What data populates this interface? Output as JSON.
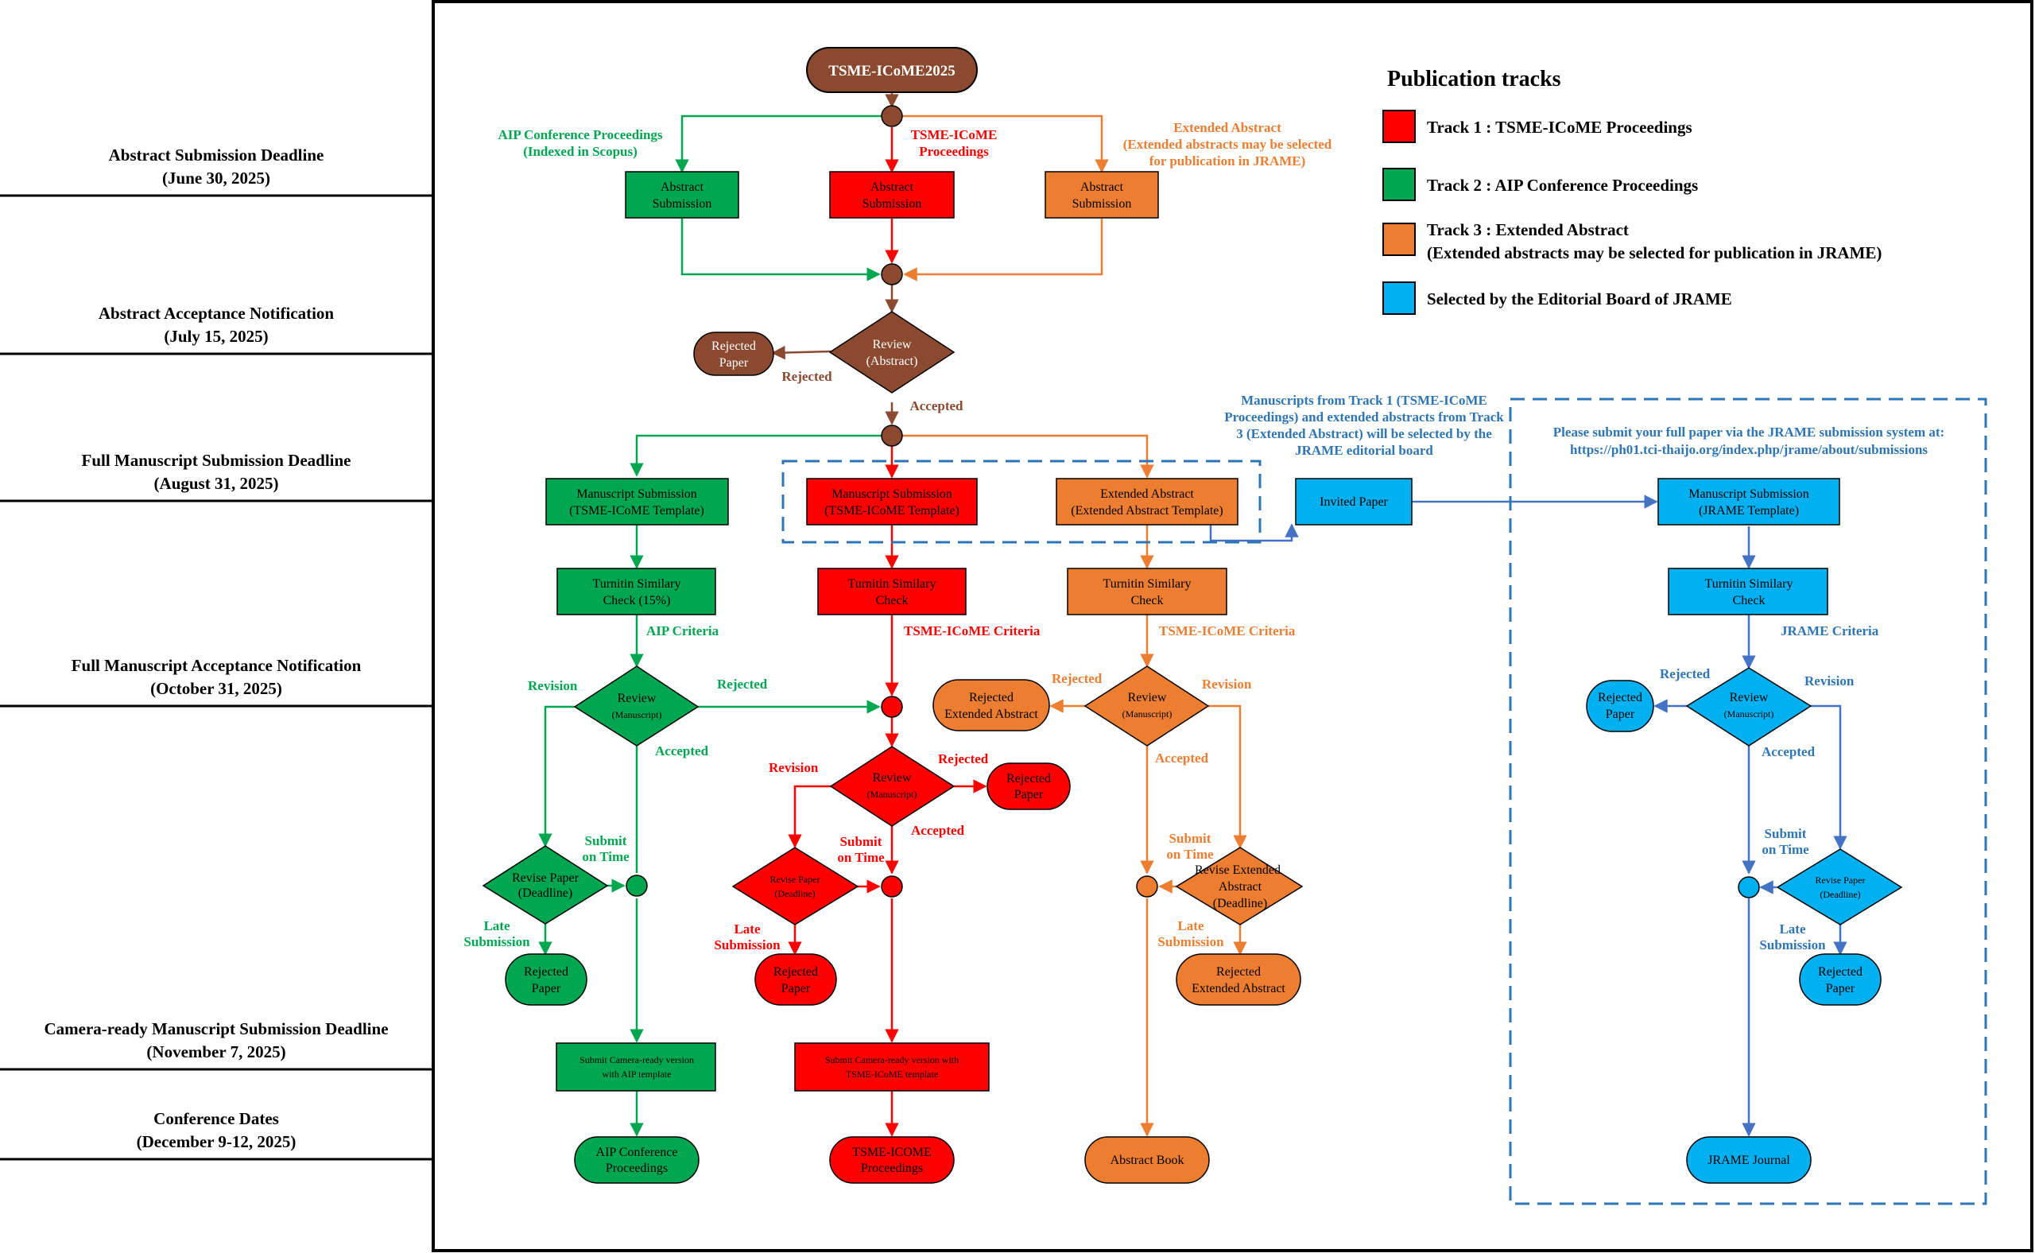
{
  "colors": {
    "brown": "#8B4A2F",
    "green": "#00A650",
    "red": "#FF0000",
    "orange": "#ED7D31",
    "blue": "#00B0F0",
    "blue_text": "#2E75B6",
    "blue_line": "#4472C4"
  },
  "milestones": [
    {
      "title": "Abstract Submission Deadline",
      "date": "(June 30, 2025)"
    },
    {
      "title": "Abstract Acceptance Notification",
      "date": "(July 15, 2025)"
    },
    {
      "title": "Full Manuscript Submission Deadline",
      "date": "(August 31, 2025)"
    },
    {
      "title": "Full Manuscript Acceptance Notification",
      "date": "(October 31, 2025)"
    },
    {
      "title": "Camera-ready Manuscript Submission Deadline",
      "date": "(November 7, 2025)"
    },
    {
      "title": "Conference Dates",
      "date": "(December 9-12, 2025)"
    }
  ],
  "legend": {
    "title": "Publication tracks",
    "items": [
      {
        "line1": "Track 1 : TSME-ICoME Proceedings",
        "line2": ""
      },
      {
        "line1": "Track 2 : AIP Conference Proceedings",
        "line2": ""
      },
      {
        "line1": "Track 3 : Extended Abstract",
        "line2": "(Extended abstracts may be selected for publication in JRAME)"
      },
      {
        "line1": "Selected by the Editorial Board of JRAME",
        "line2": ""
      }
    ]
  },
  "flow": {
    "start": "TSME-ICoME2025",
    "aip_label": [
      "AIP Conference Proceedings",
      "(Indexed in Scopus)"
    ],
    "tsme_label": [
      "TSME-ICoME",
      "Proceedings"
    ],
    "ext_label": [
      "Extended Abstract",
      "(Extended abstracts may be selected",
      "for publication in JRAME)"
    ],
    "abstract_submission": [
      "Abstract",
      "Submission"
    ],
    "review_abstract": [
      "Review",
      "(Abstract)"
    ],
    "rejected_paper": [
      "Rejected",
      "Paper"
    ],
    "rejected": "Rejected",
    "accepted": "Accepted",
    "revision": "Revision",
    "manuscript_submission_tsme": [
      "Manuscript Submission",
      "(TSME-ICoME Template)"
    ],
    "extended_abstract_box": [
      "Extended Abstract",
      "(Extended Abstract Template)"
    ],
    "turnitin_green": [
      "Turnitin Similary",
      "Check (15%)"
    ],
    "turnitin": [
      "Turnitin Similary",
      "Check"
    ],
    "aip_criteria": "AIP Criteria",
    "tsme_criteria": "TSME-ICoME Criteria",
    "jrame_criteria": "JRAME Criteria",
    "review_manuscript": [
      "Review",
      "(Manuscript)"
    ],
    "rejected_ext": [
      "Rejected",
      "Extended Abstract"
    ],
    "revise_paper": [
      "Revise Paper",
      "(Deadline)"
    ],
    "revise_ext": [
      "Revise Extended",
      "Abstract",
      "(Deadline)"
    ],
    "submit_on_time": [
      "Submit",
      "on Time"
    ],
    "late_submission": [
      "Late",
      "Submission"
    ],
    "camera_aip": [
      "Submit Camera-ready version",
      "with AIP template"
    ],
    "camera_tsme": [
      "Submit Camera-ready version with",
      "TSME-ICoME template"
    ],
    "aip_proc": [
      "AIP Conference",
      "Proceedings"
    ],
    "tsme_proc": [
      "TSME-ICOME",
      "Proceedings"
    ],
    "abstract_book": "Abstract Book",
    "invited_note": [
      "Manuscripts from Track 1 (TSME-ICoME",
      "Proceedings) and extended abstracts from Track",
      "3 (Extended Abstract) will be selected by the",
      "JRAME editorial board"
    ],
    "invited_paper": "Invited Paper",
    "jrame_note": [
      "Please submit your full paper via the JRAME submission system at:",
      "https://ph01.tci-thaijo.org/index.php/jrame/about/submissions"
    ],
    "manuscript_submission_jrame": [
      "Manuscript Submission",
      "(JRAME Template)"
    ],
    "jrame_journal": "JRAME Journal"
  }
}
